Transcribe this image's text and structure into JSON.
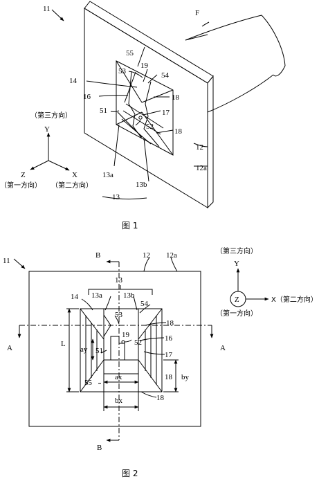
{
  "figure1": {
    "caption": "图 1",
    "ref_device": "11",
    "ref_flange": "F",
    "ref_12": "12",
    "ref_12a": "12a",
    "ref_13": "13",
    "ref_13a": "13a",
    "ref_13b": "13b",
    "ref_14": "14",
    "ref_16": "16",
    "ref_17": "17",
    "ref_18a": "18",
    "ref_18b": "18",
    "ref_19": "19",
    "ref_51": "51",
    "ref_52": "52",
    "ref_53": "53",
    "ref_54": "54",
    "ref_55": "55",
    "axis_y": "Y",
    "axis_x": "X",
    "axis_z": "Z",
    "dir_third": "（第三方向）",
    "dir_first": "（第一方向）",
    "dir_second": "（第二方向）"
  },
  "figure2": {
    "caption": "图 2",
    "ref_device": "11",
    "ref_12": "12",
    "ref_12a": "12a",
    "ref_13": "13",
    "ref_13a": "13a",
    "ref_13b": "13b",
    "ref_14": "14",
    "ref_16": "16",
    "ref_17": "17",
    "ref_18a": "18",
    "ref_18b": "18",
    "ref_18c": "18",
    "ref_19": "19",
    "ref_51": "51",
    "ref_52": "52",
    "ref_53": "53",
    "ref_54": "54",
    "ref_55": "55",
    "sec_a_left": "A",
    "sec_a_right": "A",
    "sec_b_top": "B",
    "sec_b_bottom": "B",
    "dim_L": "L",
    "dim_ay": "ay",
    "dim_by": "by",
    "dim_ax": "ax",
    "dim_bx": "bx",
    "axis_y": "Y",
    "axis_z": "Z",
    "axis_x": "X（第二方向）",
    "dir_third": "（第三方向）",
    "dir_first": "（第一方向）"
  }
}
